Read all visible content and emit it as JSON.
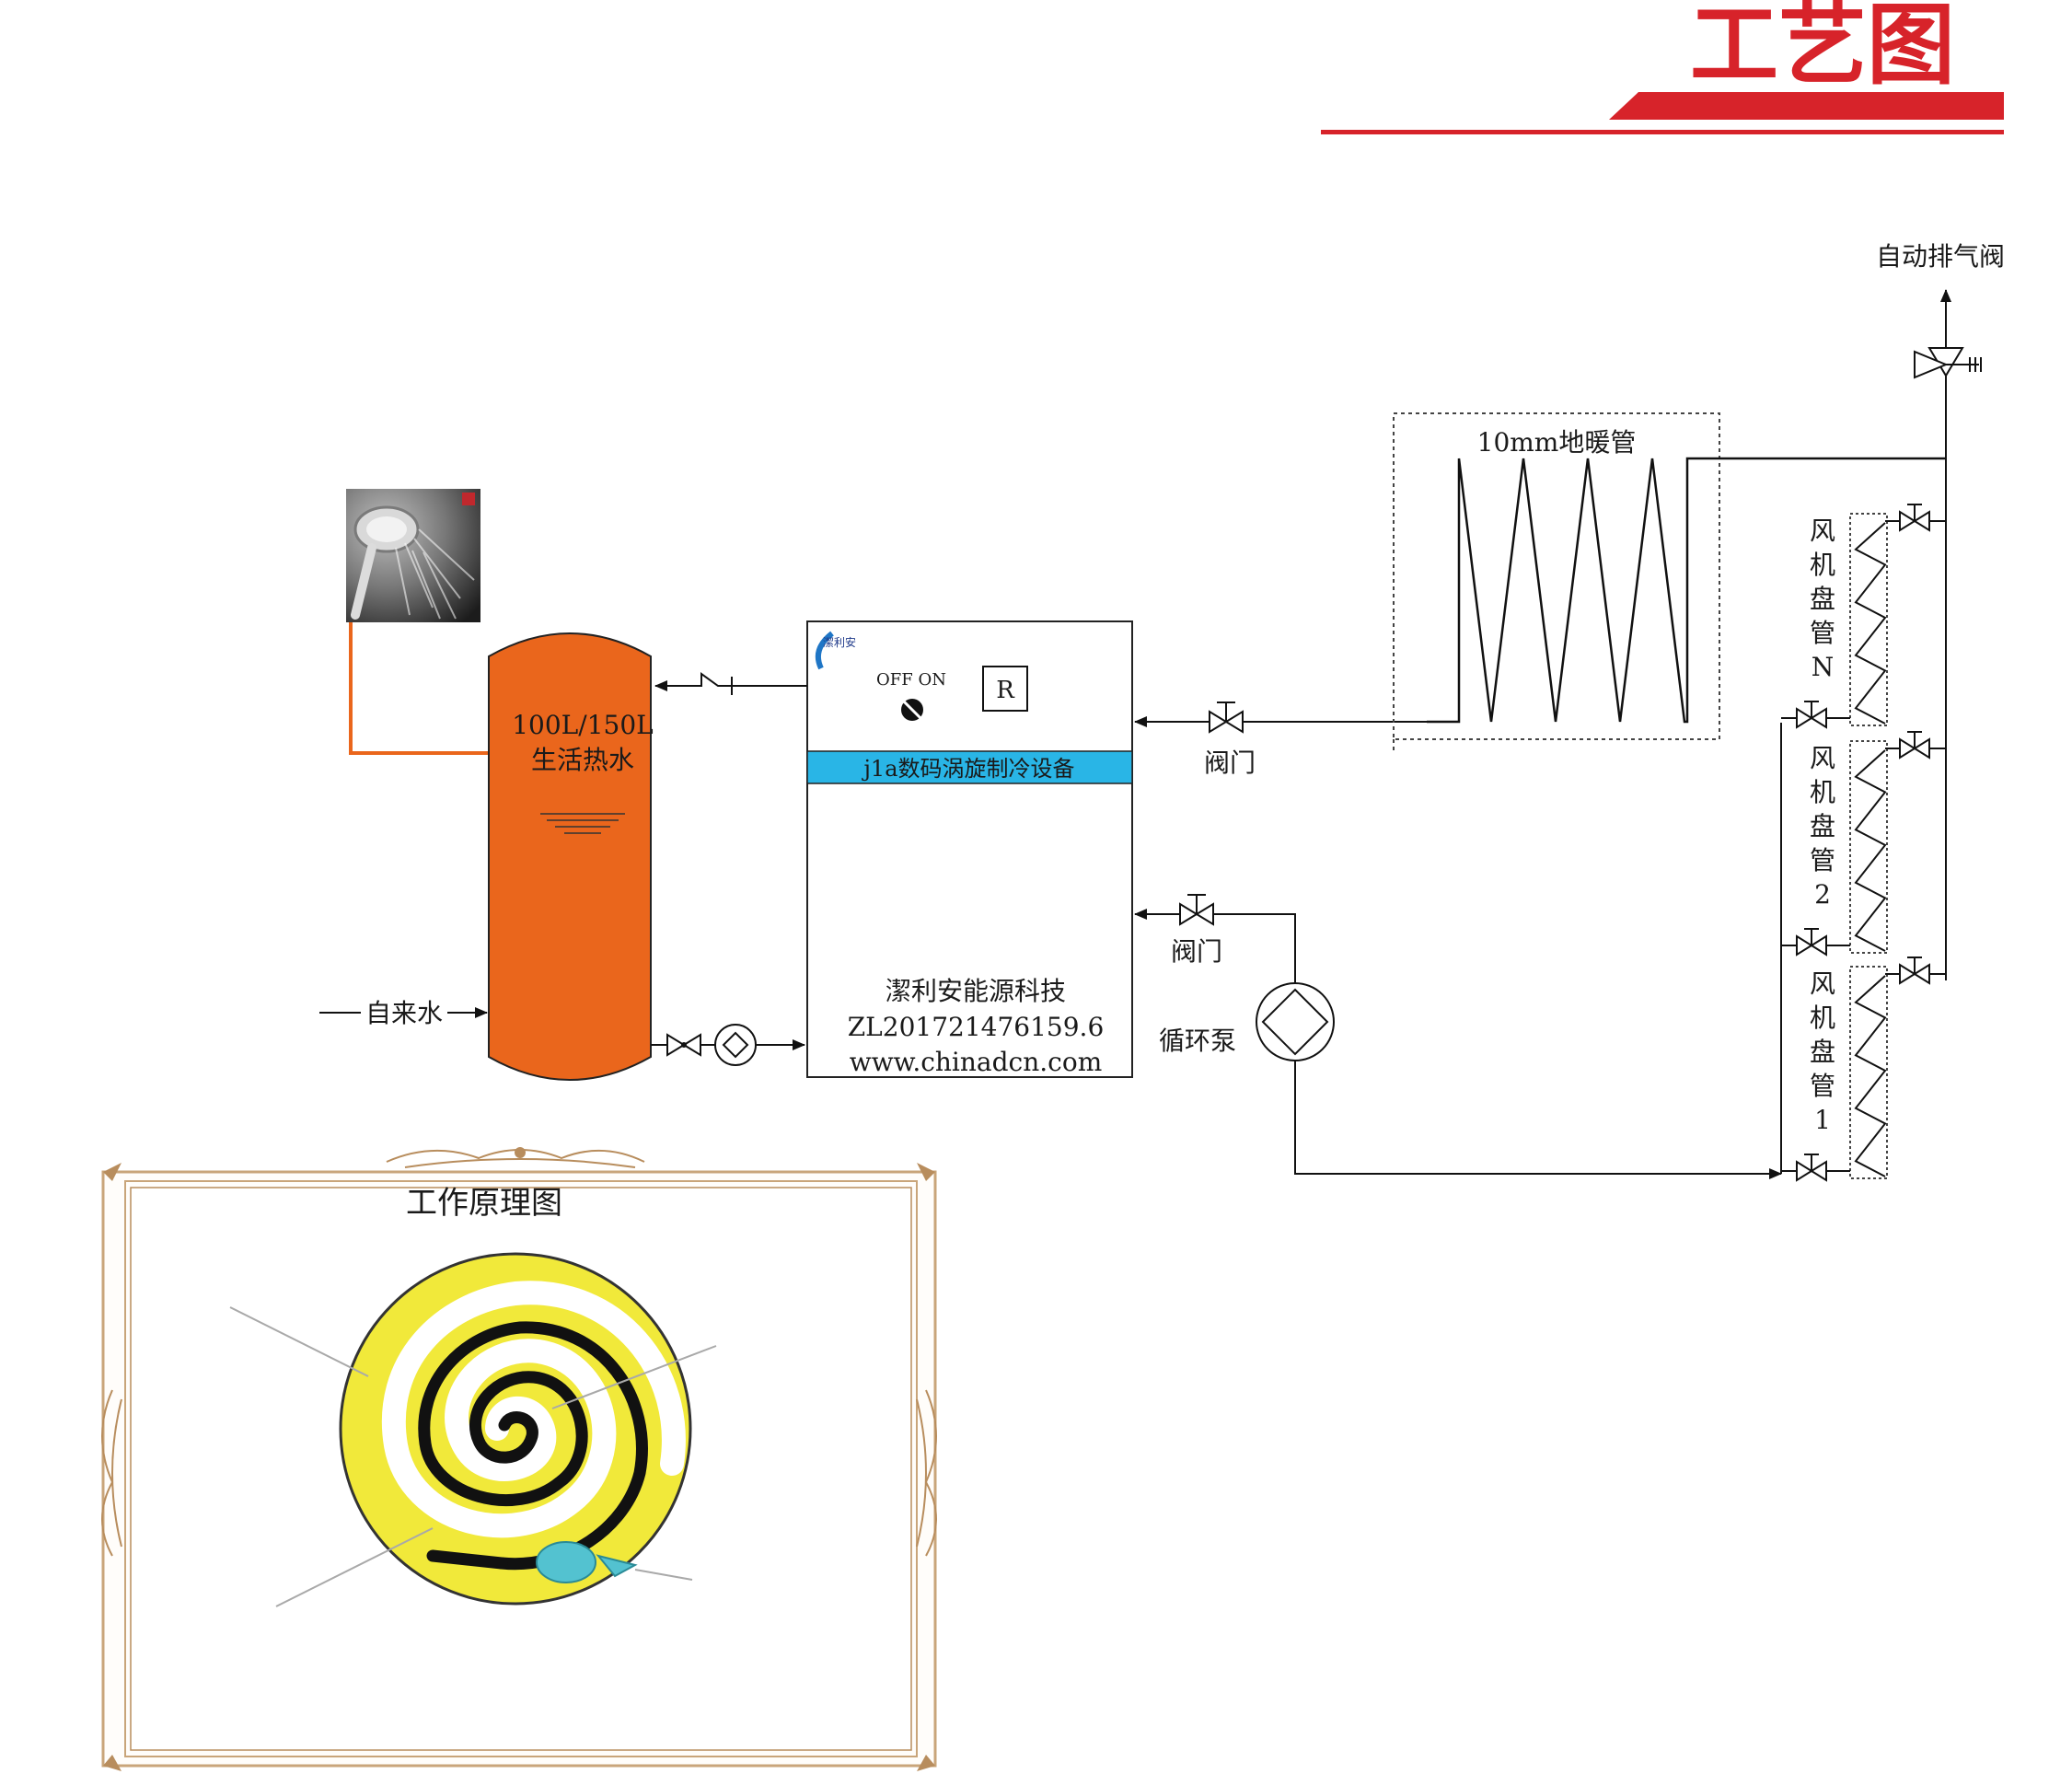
{
  "header": {
    "title": "工艺图",
    "accent_color": "#d7232a"
  },
  "device": {
    "name": "j1a数码涡旋制冷设备",
    "logo_text": "潔利安",
    "switch_label": "OFF ON",
    "r_button": "R",
    "company": "潔利安能源科技",
    "patent": "ZL201721476159.6",
    "website": "www.chinadcn.com",
    "band_color": "#29b5e6"
  },
  "tank": {
    "capacity": "100L/150L",
    "label": "生活热水",
    "color": "#ea661c"
  },
  "labels": {
    "tap_water": "自来水",
    "valve_top": "阀门",
    "valve_bottom": "阀门",
    "pump": "循环泵",
    "floor_heating": "10mm地暖管",
    "air_vent": "自动排气阀"
  },
  "fan_coils": [
    {
      "name": "风机盘管N",
      "chars": [
        "风",
        "机",
        "盘",
        "管",
        "N"
      ]
    },
    {
      "name": "风机盘管2",
      "chars": [
        "风",
        "机",
        "盘",
        "管",
        "2"
      ]
    },
    {
      "name": "风机盘管1",
      "chars": [
        "风",
        "机",
        "盘",
        "管",
        "1"
      ]
    }
  ],
  "principle": {
    "title": "工作原理图",
    "frame_color": "#c9a57a",
    "spiral_color": "#f1e93a"
  }
}
